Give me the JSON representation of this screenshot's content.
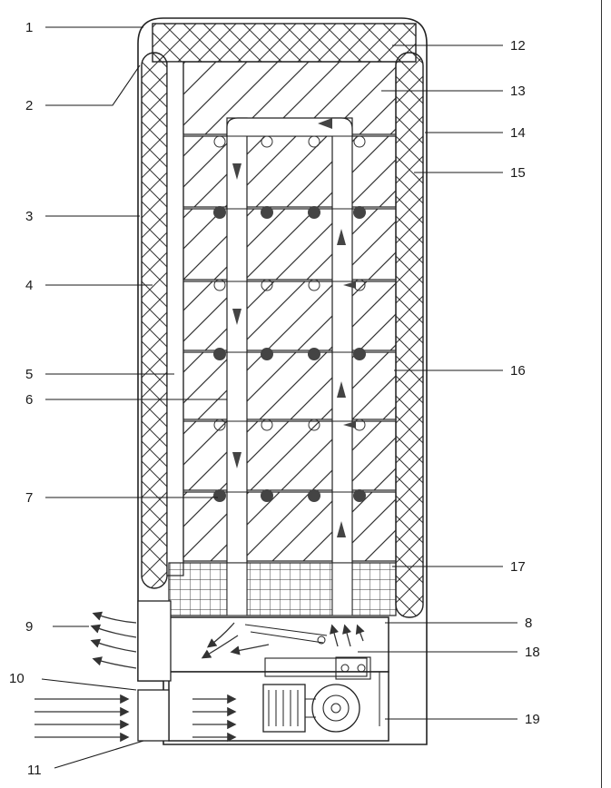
{
  "callouts": [
    {
      "id": "1",
      "text": "1"
    },
    {
      "id": "2",
      "text": "2"
    },
    {
      "id": "3",
      "text": "3"
    },
    {
      "id": "4",
      "text": "4"
    },
    {
      "id": "5",
      "text": "5"
    },
    {
      "id": "6",
      "text": "6"
    },
    {
      "id": "7",
      "text": "7"
    },
    {
      "id": "8",
      "text": "8"
    },
    {
      "id": "9",
      "text": "9"
    },
    {
      "id": "10",
      "text": "10"
    },
    {
      "id": "11",
      "text": "11"
    },
    {
      "id": "12",
      "text": "12"
    },
    {
      "id": "13",
      "text": "13"
    },
    {
      "id": "14",
      "text": "14"
    },
    {
      "id": "15",
      "text": "15"
    },
    {
      "id": "16",
      "text": "16"
    },
    {
      "id": "17",
      "text": "17"
    },
    {
      "id": "18",
      "text": "18"
    },
    {
      "id": "19",
      "text": "19"
    }
  ],
  "colors": {
    "ink": "#222222",
    "background": "#ffffff",
    "pipe_dot": "#444444"
  }
}
